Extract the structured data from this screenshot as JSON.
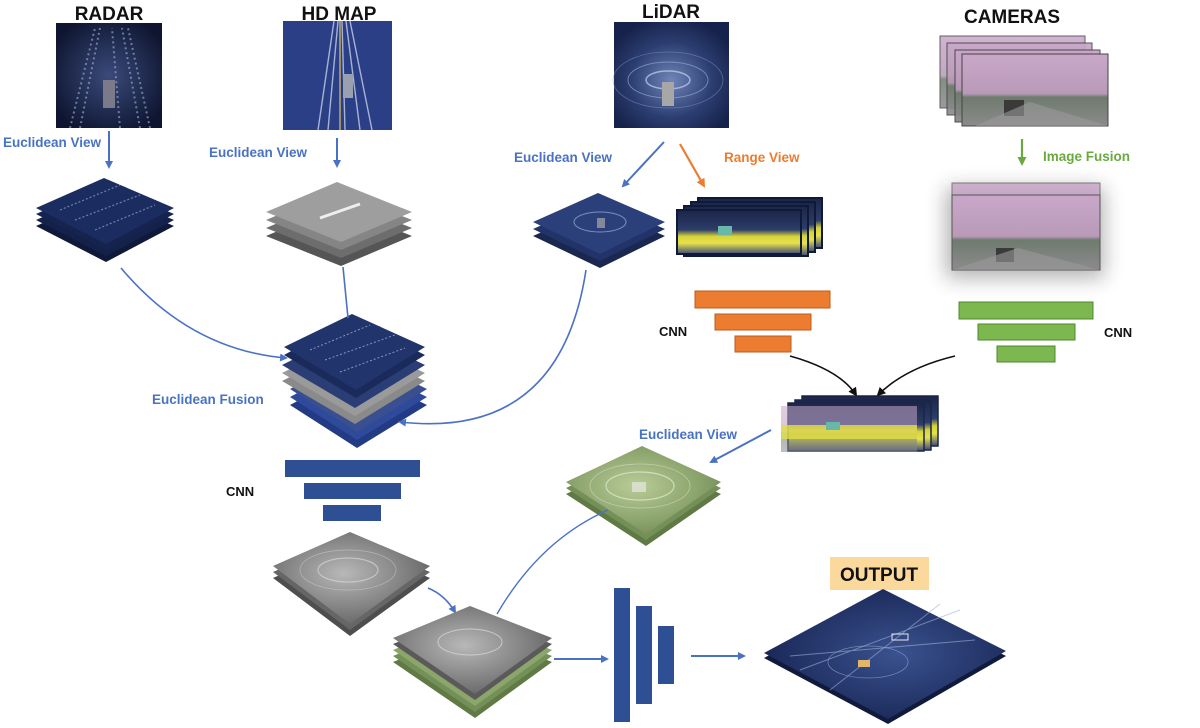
{
  "sources": {
    "radar": "RADAR",
    "hd_map": "HD MAP",
    "lidar": "LiDAR",
    "cameras": "CAMERAS"
  },
  "labels": {
    "radar_view": "Euclidean View",
    "map_view": "Euclidean View",
    "lidar_euclidean_view": "Euclidean View",
    "lidar_range_view": "Range View",
    "image_fusion": "Image Fusion",
    "euclidean_fusion": "Euclidean Fusion",
    "cnn_range": "CNN",
    "cnn_camera": "CNN",
    "cnn_fusion": "CNN",
    "fused_euclidean_view": "Euclidean View",
    "output": "OUTPUT"
  },
  "colors": {
    "euclidean": "#4a72c4",
    "range": "#ec7c30",
    "camera": "#6aa940",
    "cnn_blue": "#2f4f94",
    "cnn_orange": "#ec7c30",
    "cnn_green": "#7cb74f",
    "output_bg": "#fbd99c"
  }
}
